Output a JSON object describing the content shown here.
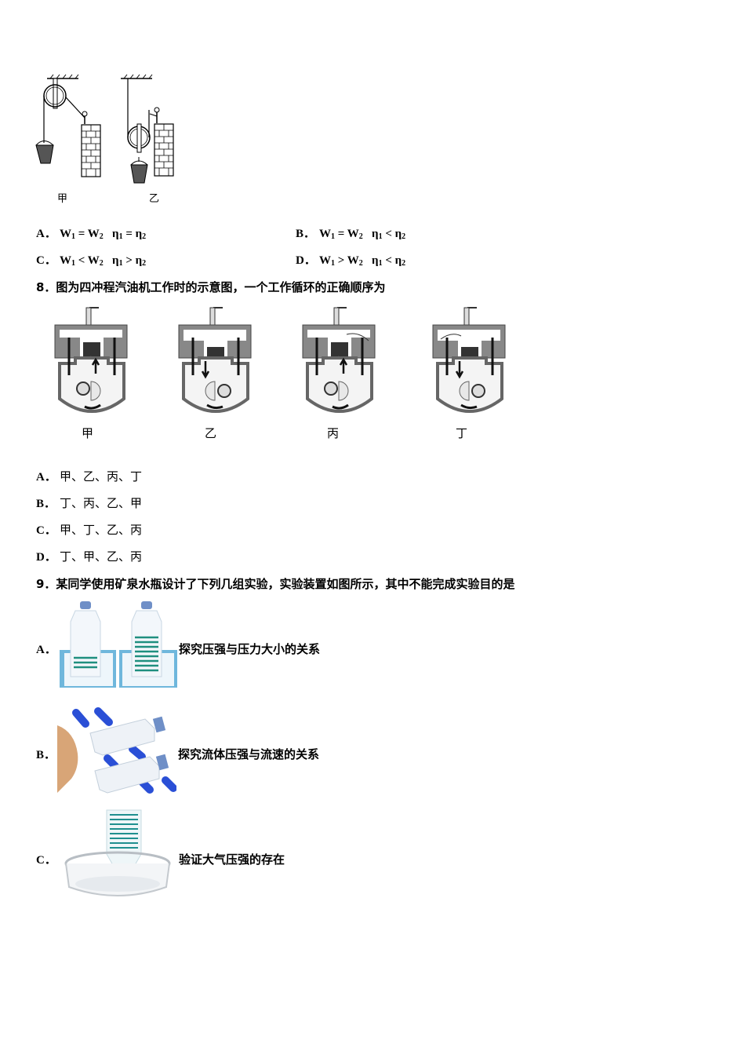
{
  "q7": {
    "figure": {
      "captions": [
        "甲",
        "乙"
      ]
    },
    "options": [
      {
        "label": "A．",
        "w1": "W",
        "w1sub": "1",
        "op1": " = ",
        "w2": "W",
        "w2sub": "2",
        "e1": "η",
        "e1sub": "1",
        "op2": " = ",
        "e2": "η",
        "e2sub": "2"
      },
      {
        "label": "B．",
        "w1": "W",
        "w1sub": "1",
        "op1": " = ",
        "w2": "W",
        "w2sub": "2",
        "e1": "η",
        "e1sub": "1",
        "op2": " < ",
        "e2": "η",
        "e2sub": "2"
      },
      {
        "label": "C．",
        "w1": "W",
        "w1sub": "1",
        "op1": " < ",
        "w2": "W",
        "w2sub": "2",
        "e1": "η",
        "e1sub": "1",
        "op2": " > ",
        "e2": "η",
        "e2sub": "2"
      },
      {
        "label": "D．",
        "w1": "W",
        "w1sub": "1",
        "op1": " > ",
        "w2": "W",
        "w2sub": "2",
        "e1": "η",
        "e1sub": "1",
        "op2": " < ",
        "e2": "η",
        "e2sub": "2"
      }
    ]
  },
  "q8": {
    "stem": "8．图为四冲程汽油机工作时的示意图，一个工作循环的正确顺序为",
    "figure": {
      "captions": [
        "甲",
        "乙",
        "丙",
        "丁"
      ]
    },
    "options": [
      {
        "label": "A．",
        "text": "甲、乙、丙、丁"
      },
      {
        "label": "B．",
        "text": "丁、丙、乙、甲"
      },
      {
        "label": "C．",
        "text": "甲、丁、乙、丙"
      },
      {
        "label": "D．",
        "text": "丁、甲、乙、丙"
      }
    ]
  },
  "q9": {
    "stem": "9．某同学使用矿泉水瓶设计了下列几组实验，实验装置如图所示，其中不能完成实验目的是",
    "options": [
      {
        "label": "A．",
        "text": "探究压强与压力大小的关系"
      },
      {
        "label": "B．",
        "text": "探究流体压强与流速的关系"
      },
      {
        "label": "C．",
        "text": "验证大气压强的存在"
      }
    ]
  }
}
